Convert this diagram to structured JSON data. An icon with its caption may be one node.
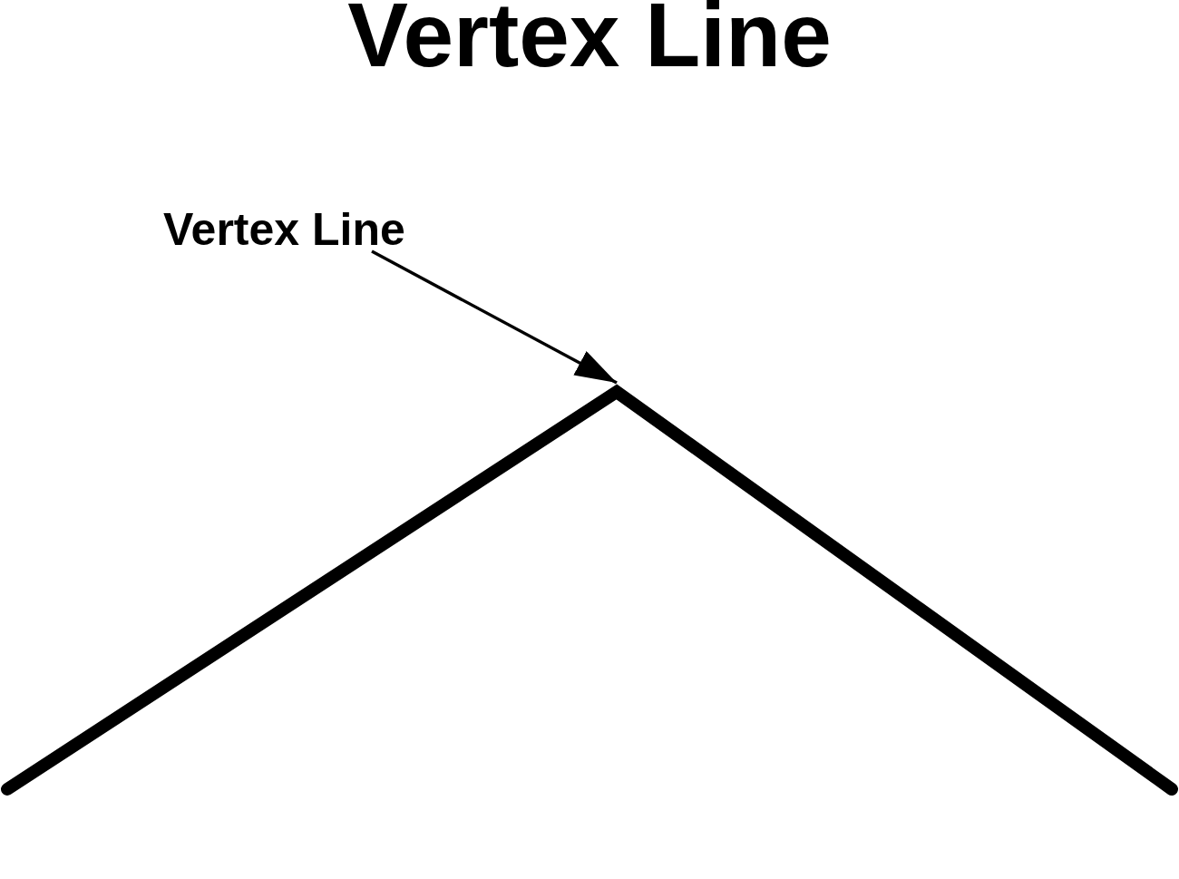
{
  "diagram": {
    "title": "Vertex Line",
    "nodes": [
      {
        "text": [
          "Vertex Line"
        ]
      },
      {
        "text": [],
        "shape": "picture"
      }
    ],
    "edges": [
      {
        "from": 0,
        "to": 1,
        "arrow": "to"
      }
    ]
  }
}
